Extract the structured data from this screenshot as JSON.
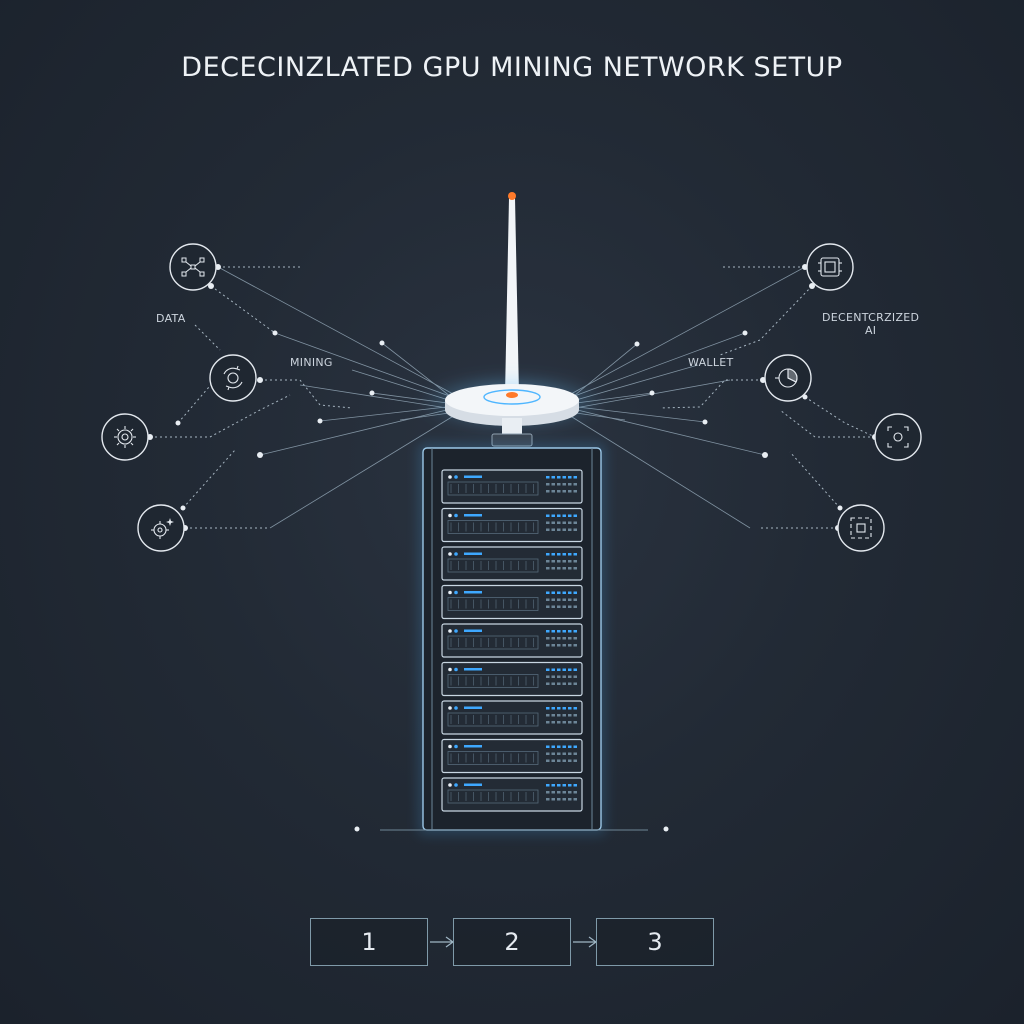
{
  "title": "DECECINZLATED GPU MINING NETWORK SETUP",
  "labels": {
    "data": "DATA",
    "mining": "MINING",
    "wallet": "WALLET",
    "decentralized_ai_line1": "DECENTCRZIZED",
    "decentralized_ai_line2": "AI"
  },
  "nodes_left": [
    {
      "icon": "network-nodes-icon"
    },
    {
      "icon": "cycle-gear-icon"
    },
    {
      "icon": "chip-circle-icon"
    },
    {
      "icon": "sparkle-gear-icon"
    }
  ],
  "nodes_right": [
    {
      "icon": "gpu-card-icon"
    },
    {
      "icon": "wallet-pie-icon"
    },
    {
      "icon": "focus-frame-icon"
    },
    {
      "icon": "target-frame-icon"
    }
  ],
  "server": {
    "unit_count": 9
  },
  "steps": [
    "1",
    "2",
    "3"
  ],
  "colors": {
    "background": "#222a35",
    "line": "#8fa0ae",
    "glow": "#4fb6ff",
    "antenna_tip": "#ff7a2a",
    "led": "#3ea8ff"
  }
}
